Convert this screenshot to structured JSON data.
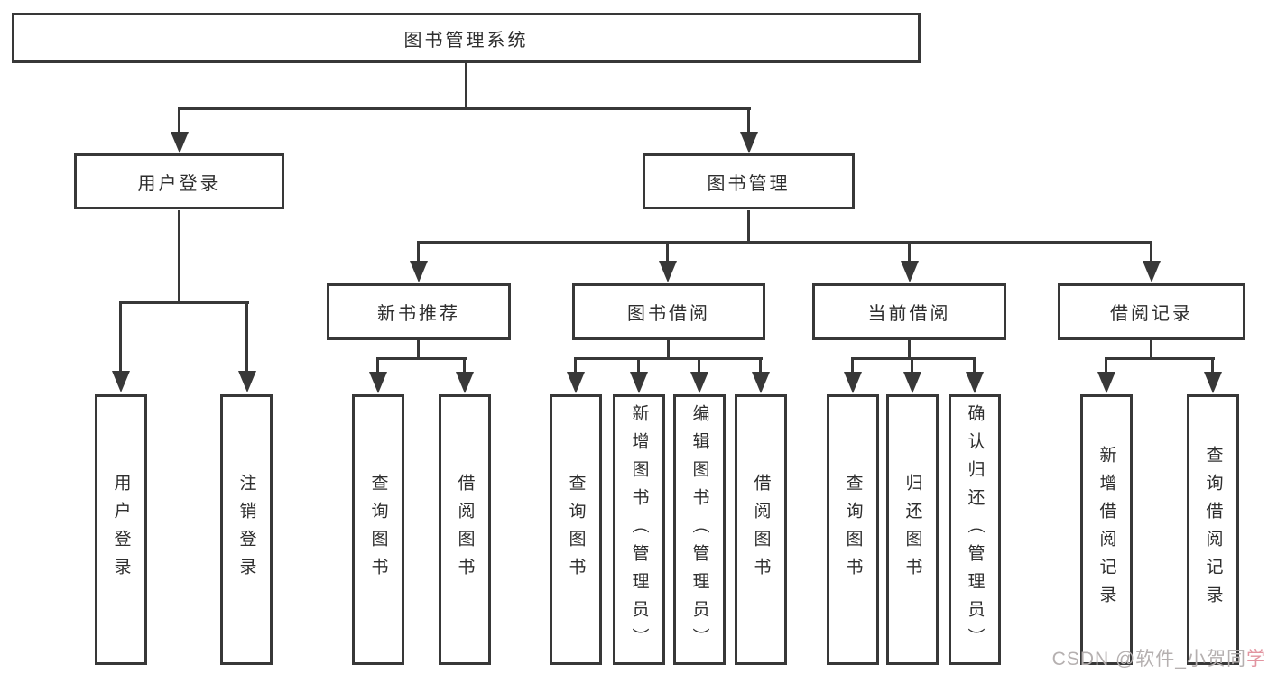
{
  "diagram": {
    "root": {
      "label": "图书管理系统"
    },
    "branches": [
      {
        "label": "用户登录",
        "children": [
          "用户登录",
          "注销登录"
        ]
      },
      {
        "label": "图书管理",
        "children": [
          {
            "label": "新书推荐",
            "children": [
              "查询图书",
              "借阅图书"
            ]
          },
          {
            "label": "图书借阅",
            "children": [
              "查询图书",
              "新增图书（管理员）",
              "编辑图书（管理员）",
              "借阅图书"
            ]
          },
          {
            "label": "当前借阅",
            "children": [
              "查询图书",
              "归还图书",
              "确认归还（管理员）"
            ]
          },
          {
            "label": "借阅记录",
            "children": [
              "新增借阅记录",
              "查询借阅记录"
            ]
          }
        ]
      }
    ]
  },
  "watermark": {
    "prefix": "CSDN @软件_小贺同",
    "suffix": "学"
  },
  "colors": {
    "line": "#383838",
    "text": "#2e2e2e",
    "background": "#ffffff",
    "watermark-gray": "#b5b0b0",
    "watermark-pink": "#e294a0"
  }
}
